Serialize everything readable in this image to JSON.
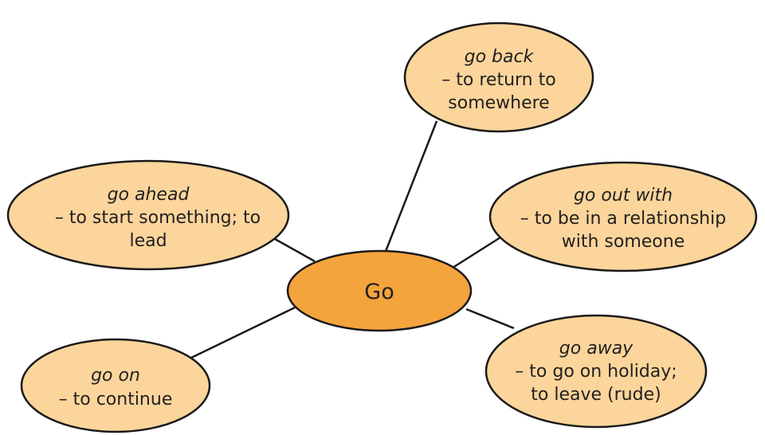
{
  "center": {
    "label": "Go"
  },
  "bubbles": [
    {
      "phrase": "go back",
      "lines": [
        "– to return to",
        "somewhere"
      ]
    },
    {
      "phrase": "go ahead",
      "lines": [
        "– to start something; to",
        "lead"
      ]
    },
    {
      "phrase": "go out with",
      "lines": [
        "– to be in a relationship",
        "with someone"
      ]
    },
    {
      "phrase": "go on",
      "lines": [
        "– to continue"
      ]
    },
    {
      "phrase": "go away",
      "lines": [
        "– to go on holiday;",
        "to leave (rude)"
      ]
    }
  ],
  "colors": {
    "center_fill": "#f4a43c",
    "bubble_fill": "#fbd59b",
    "outline": "#1a1a1a",
    "text": "#231f20"
  }
}
